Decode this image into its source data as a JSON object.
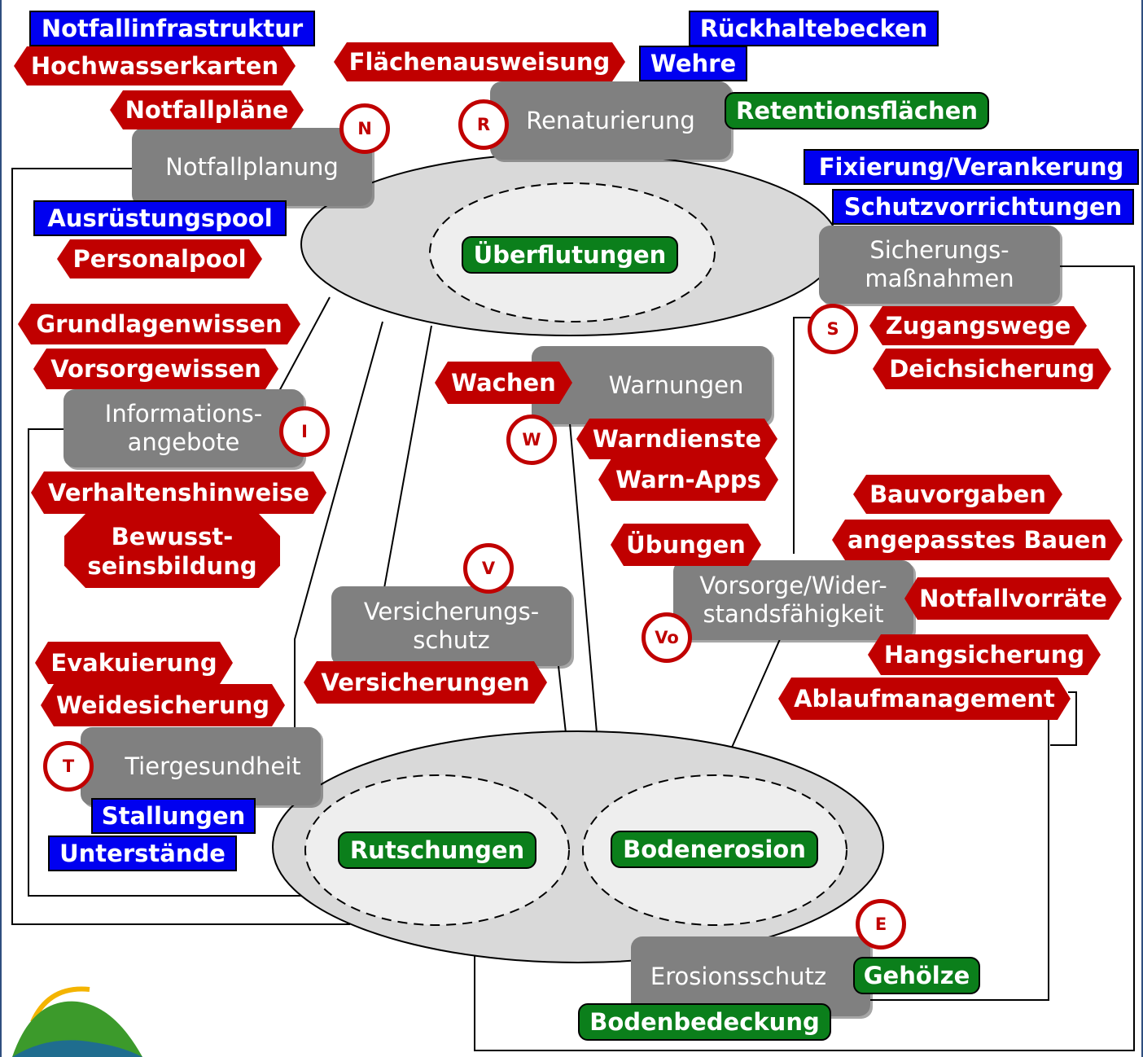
{
  "hazards": {
    "top": "Überflutungen",
    "bottom_left": "Rutschungen",
    "bottom_right": "Bodenerosion"
  },
  "categories": {
    "notfallplanung": {
      "label": "Notfallplanung",
      "badge": "N"
    },
    "renaturierung": {
      "label": "Renaturierung",
      "badge": "R"
    },
    "sicherung": {
      "label": "Sicherungs-maßnahmen",
      "badge": "S"
    },
    "information": {
      "label": "Informations-angebote",
      "badge": "I"
    },
    "warnungen": {
      "label": "Warnungen",
      "badge": "W"
    },
    "versicherung": {
      "label": "Versicherungs-schutz",
      "badge": "V"
    },
    "vorsorge": {
      "label": "Vorsorge/Wider-standsfähigkeit",
      "badge": "Vo"
    },
    "tiergesundheit": {
      "label": "Tiergesundheit",
      "badge": "T"
    },
    "erosionsschutz": {
      "label": "Erosionsschutz",
      "badge": "E"
    }
  },
  "measures": {
    "notfallinfrastruktur": "Notfallinfrastruktur",
    "hochwasserkarten": "Hochwasserkarten",
    "notfallplaene": "Notfallpläne",
    "ausruestungspool": "Ausrüstungspool",
    "personalpool": "Personalpool",
    "flaechenausweisung": "Flächenausweisung",
    "rueckhaltebecken": "Rückhaltebecken",
    "wehre": "Wehre",
    "retentionsflaechen": "Retentionsflächen",
    "fixierung": "Fixierung/Verankerung",
    "schutzvorrichtungen": "Schutzvorrichtungen",
    "zugangswege": "Zugangswege",
    "deichsicherung": "Deichsicherung",
    "grundlagenwissen": "Grundlagenwissen",
    "vorsorgewissen": "Vorsorgewissen",
    "verhaltenshinweise": "Verhaltenshinweise",
    "bewusstseinsbildung": "Bewusst-seinsbildung",
    "wachen": "Wachen",
    "warndienste": "Warndienste",
    "warn_apps": "Warn-Apps",
    "versicherungen": "Versicherungen",
    "uebungen": "Übungen",
    "bauvorgaben": "Bauvorgaben",
    "angepasstes_bauen": "angepasstes Bauen",
    "notfallvorraete": "Notfallvorräte",
    "hangsicherung": "Hangsicherung",
    "ablaufmanagement": "Ablaufmanagement",
    "evakuierung": "Evakuierung",
    "weidesicherung": "Weidesicherung",
    "stallungen": "Stallungen",
    "unterstaende": "Unterstände",
    "gehoelze": "Gehölze",
    "bodenbedeckung": "Bodenbedeckung"
  },
  "colors": {
    "red_measure": "#c00000",
    "blue_measure": "#0000f0",
    "green_measure": "#0b7f1b",
    "category_box": "#808080",
    "hazard_ellipse": "#d9d9d9"
  },
  "logo": {
    "icon": "sun-hills-logo-icon"
  }
}
